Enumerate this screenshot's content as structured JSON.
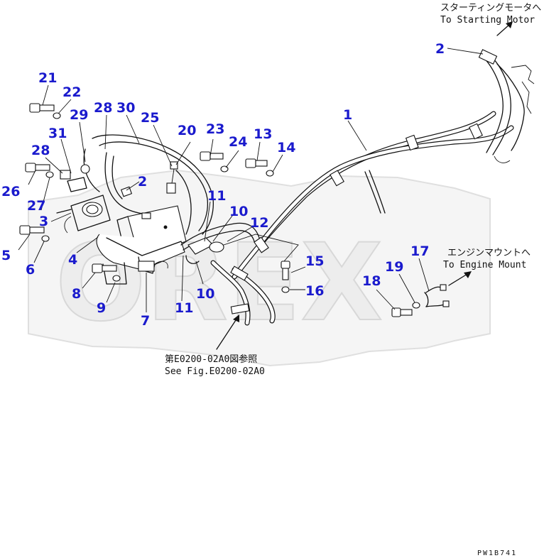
{
  "watermark": {
    "text": "OREX"
  },
  "part_numbers": [
    "1",
    "2",
    "2",
    "3",
    "4",
    "5",
    "6",
    "7",
    "8",
    "9",
    "10",
    "10",
    "11",
    "11",
    "12",
    "13",
    "14",
    "15",
    "16",
    "17",
    "18",
    "19",
    "20",
    "21",
    "22",
    "23",
    "24",
    "25",
    "26",
    "27",
    "28",
    "28",
    "29",
    "30",
    "31"
  ],
  "notes": {
    "starting_motor_jp": "スターティングモータへ",
    "starting_motor_en": "To Starting Motor",
    "engine_mount_jp": "エンジンマウントへ",
    "engine_mount_en": "To Engine Mount",
    "see_fig_jp": "第E0200-02A0図参照",
    "see_fig_en": "See Fig.E0200-02A0"
  },
  "drawing_code": "PW1B741"
}
